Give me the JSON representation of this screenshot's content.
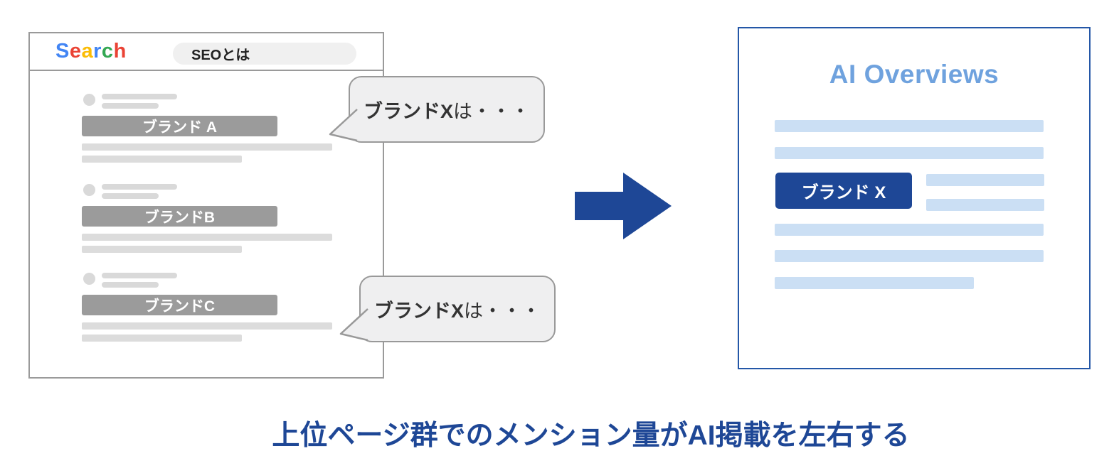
{
  "search_window": {
    "logo_letters": [
      {
        "char": "S",
        "color": "#4285F4"
      },
      {
        "char": "e",
        "color": "#EA4335"
      },
      {
        "char": "a",
        "color": "#FBBC05"
      },
      {
        "char": "r",
        "color": "#4285F4"
      },
      {
        "char": "c",
        "color": "#34A853"
      },
      {
        "char": "h",
        "color": "#EA4335"
      }
    ],
    "query": "SEOとは",
    "results": [
      {
        "label": "ブランド A"
      },
      {
        "label": "ブランドB"
      },
      {
        "label": "ブランドC"
      }
    ]
  },
  "speech_bubbles": [
    {
      "brand": "ブランドX",
      "rest": "は・・・"
    },
    {
      "brand": "ブランドX",
      "rest": "は・・・"
    }
  ],
  "ai_panel": {
    "title": "AI Overviews",
    "brand_label": "ブランド X"
  },
  "caption": "上位ページ群でのメンション量がAI掲載を左右する",
  "colors": {
    "dark_blue": "#1E4796",
    "panel_border_blue": "#2457A7",
    "light_blue_bar": "#CBDFF4",
    "title_blue": "#6FA2DE",
    "result_bar_gray": "#9B9B9B",
    "placeholder_gray": "#DCDCDC",
    "bubble_bg": "#EFEFF0",
    "bubble_border": "#999999",
    "google_blue": "#4285F4",
    "google_red": "#EA4335",
    "google_yellow": "#FBBC05",
    "google_green": "#34A853"
  }
}
